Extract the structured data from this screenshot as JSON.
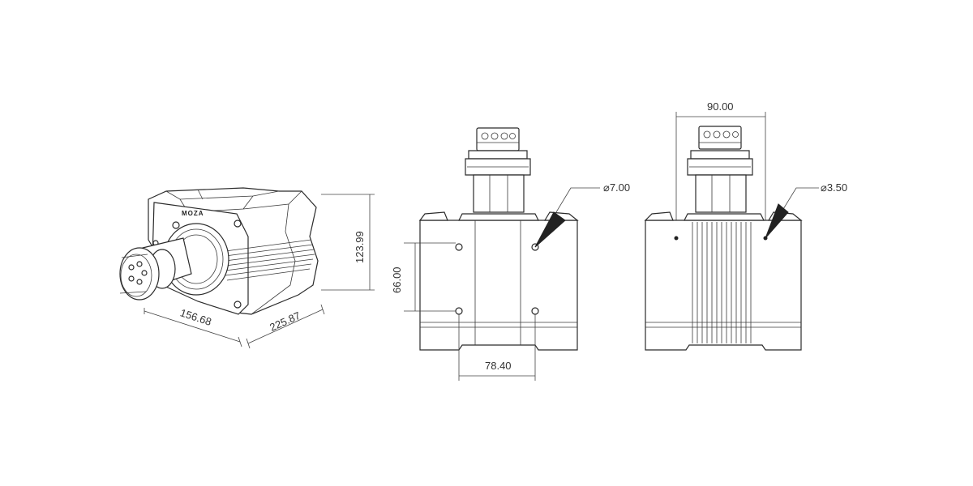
{
  "brand_logo": "MOZA",
  "dimensions": {
    "width_iso": "156.68",
    "depth_iso": "225.87",
    "height_iso": "123.99",
    "hole_spacing_vertical": "66.00",
    "hole_spacing_horizontal": "78.40",
    "hole_diameter_large": "⌀7.00",
    "shaft_width": "90.00",
    "hole_diameter_small": "⌀3.50"
  },
  "colors": {
    "line": "#2b2b2b",
    "dimension": "#444444",
    "background": "#ffffff"
  }
}
